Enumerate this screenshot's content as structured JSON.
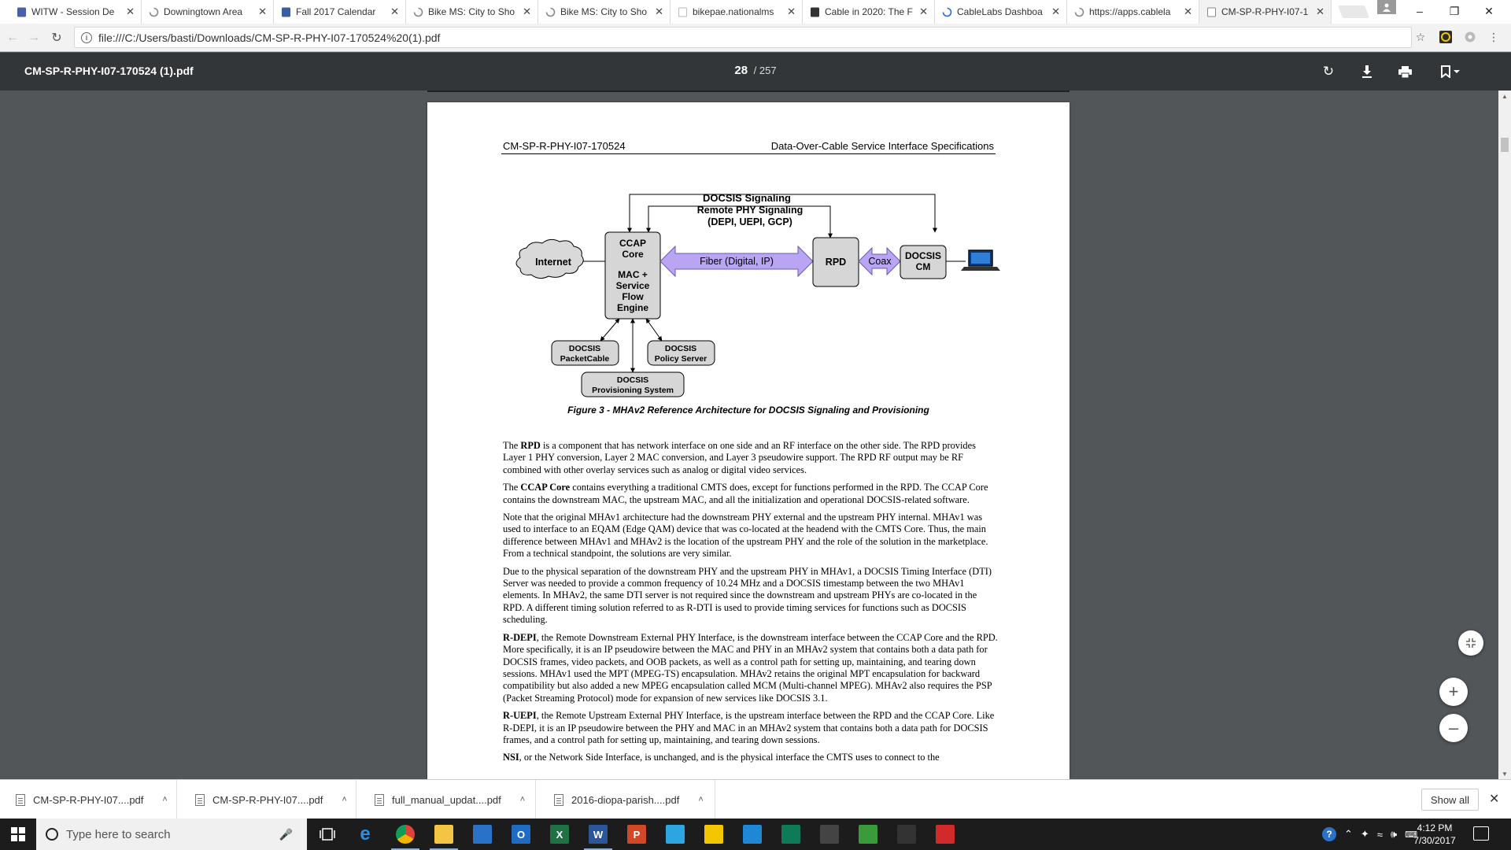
{
  "browser": {
    "tabs": [
      {
        "title": "WITW - Session De",
        "icon": "calendar-icon",
        "color": "#4a5fa8"
      },
      {
        "title": "Downingtown Area",
        "icon": "loading-icon",
        "color": "#888888"
      },
      {
        "title": "Fall 2017 Calendar",
        "icon": "shield-icon",
        "color": "#3a5fa0"
      },
      {
        "title": "Bike MS: City to Sho",
        "icon": "loading-icon",
        "color": "#888888"
      },
      {
        "title": "Bike MS: City to Sho",
        "icon": "loading-icon",
        "color": "#888888"
      },
      {
        "title": "bikepae.nationalms",
        "icon": "page-icon",
        "color": "#bbbbbb"
      },
      {
        "title": "Cable in 2020: The F",
        "icon": "ncta-icon",
        "color": "#333333"
      },
      {
        "title": "CableLabs Dashboa",
        "icon": "loading-icon",
        "color": "#2a6ad8"
      },
      {
        "title": "https://apps.cablela",
        "icon": "loading-icon",
        "color": "#888888"
      },
      {
        "title": "CM-SP-R-PHY-I07-1",
        "icon": "page-icon",
        "color": "#888888"
      }
    ],
    "url": "file:///C:/Users/basti/Downloads/CM-SP-R-PHY-I07-170524%20(1).pdf"
  },
  "pdf_viewer": {
    "filename": "CM-SP-R-PHY-I07-170524 (1).pdf",
    "current_page": "28",
    "page_sep": "/",
    "total_pages": "257"
  },
  "document": {
    "header_left": "CM-SP-R-PHY-I07-170524",
    "header_right": "Data-Over-Cable Service Interface Specifications",
    "figure": {
      "signal_top": "DOCSIS Signaling",
      "signal_mid": "Remote PHY Signaling",
      "signal_mid2": "(DEPI, UEPI, GCP)",
      "internet": "Internet",
      "ccap_line1": "CCAP",
      "ccap_line2": "Core",
      "mac_line1": "MAC +",
      "mac_line2": "Service",
      "mac_line3": "Flow",
      "mac_line4": "Engine",
      "fiber": "Fiber (Digital, IP)",
      "rpd": "RPD",
      "coax": "Coax",
      "cm_line1": "DOCSIS",
      "cm_line2": "CM",
      "pc_line1": "DOCSIS",
      "pc_line2": "PacketCable",
      "ps_line1": "DOCSIS",
      "ps_line2": "Policy Server",
      "prov_line1": "DOCSIS",
      "prov_line2": "Provisioning System",
      "caption": "Figure 3 - MHAv2 Reference Architecture for DOCSIS Signaling and Provisioning",
      "arrow_color": "#b9a5f2"
    },
    "paragraphs": [
      {
        "bold": "",
        "lead": "The ",
        "term": "RPD",
        "text": " is a component that has network interface on one side and an RF interface on the other side. The RPD provides Layer 1 PHY conversion, Layer 2 MAC conversion, and Layer 3 pseudowire support. The RPD RF output may be RF combined with other overlay services such as analog or digital video services."
      },
      {
        "bold": "",
        "lead": "The ",
        "term": "CCAP Core",
        "text": " contains everything a traditional CMTS does, except for functions performed in the RPD. The CCAP Core contains the downstream MAC, the upstream MAC, and all the initialization and operational DOCSIS-related software."
      },
      {
        "bold": "",
        "lead": "",
        "term": "",
        "text": "Note that the original MHAv1 architecture had the downstream PHY external and the upstream PHY internal. MHAv1 was used to interface to an EQAM (Edge QAM) device that was co-located at the headend with the CMTS Core. Thus, the main difference between MHAv1 and MHAv2 is the location of the upstream PHY and the role of the solution in the marketplace. From a technical standpoint, the solutions are very similar."
      },
      {
        "bold": "",
        "lead": "",
        "term": "",
        "text": "Due to the physical separation of the downstream PHY and the upstream PHY in MHAv1, a DOCSIS Timing Interface (DTI) Server was needed to provide a common frequency of 10.24 MHz and a DOCSIS timestamp between the two MHAv1 elements. In MHAv2, the same DTI server is not required since the downstream and upstream PHYs are co-located in the RPD. A different timing solution referred to as R-DTI is used to provide timing services for functions such as DOCSIS scheduling."
      },
      {
        "bold": "",
        "lead": "",
        "term": "R-DEPI",
        "text": ", the Remote Downstream External PHY Interface, is the downstream interface between the CCAP Core and the RPD. More specifically, it is an IP pseudowire between the MAC and PHY in an MHAv2 system that contains both a data path for DOCSIS frames, video packets, and OOB packets, as well as a control path for setting up, maintaining, and tearing down sessions. MHAv1 used the MPT (MPEG-TS) encapsulation. MHAv2 retains the original MPT encapsulation for backward compatibility but also added a new MPEG encapsulation called MCM (Multi-channel MPEG). MHAv2 also requires the PSP (Packet Streaming Protocol) mode for expansion of new services like DOCSIS 3.1."
      },
      {
        "bold": "",
        "lead": "",
        "term": "R-UEPI",
        "text": ", the Remote Upstream External PHY Interface, is the upstream interface between the RPD and the CCAP Core. Like R-DEPI, it is an IP pseudowire between the PHY and MAC in an MHAv2 system that contains both a data path for DOCSIS frames, and a control path for setting up, maintaining, and tearing down sessions."
      },
      {
        "bold": "",
        "lead": "",
        "term": "NSI",
        "text": ", or the Network Side Interface, is unchanged, and is the physical interface the CMTS uses to connect to the"
      }
    ]
  },
  "downloads": {
    "items": [
      "CM-SP-R-PHY-I07....pdf",
      "CM-SP-R-PHY-I07....pdf",
      "full_manual_updat....pdf",
      "2016-diopa-parish....pdf"
    ],
    "show_all": "Show all"
  },
  "taskbar": {
    "search_placeholder": "Type here to search",
    "time": "4:12 PM",
    "date": "7/30/2017",
    "apps": [
      {
        "name": "chrome",
        "label": "",
        "color": "#e8b423"
      },
      {
        "name": "file-explorer",
        "label": "",
        "color": "#f4c542"
      },
      {
        "name": "store",
        "label": "",
        "color": "#2a72c8"
      },
      {
        "name": "outlook",
        "label": "O",
        "color": "#1e6cc4"
      },
      {
        "name": "excel",
        "label": "X",
        "color": "#1f7244"
      },
      {
        "name": "word",
        "label": "W",
        "color": "#2b579a"
      },
      {
        "name": "powerpoint",
        "label": "P",
        "color": "#d24726"
      },
      {
        "name": "telegram",
        "label": "",
        "color": "#2ca5e0"
      },
      {
        "name": "norton",
        "label": "",
        "color": "#f3c600"
      },
      {
        "name": "remote",
        "label": "",
        "color": "#1e88d6"
      },
      {
        "name": "app-green",
        "label": "",
        "color": "#0f7a58"
      },
      {
        "name": "calculator",
        "label": "",
        "color": "#444444"
      },
      {
        "name": "app-chat",
        "label": "",
        "color": "#3a9b3a"
      },
      {
        "name": "network-app",
        "label": "",
        "color": "#333333"
      },
      {
        "name": "acrobat",
        "label": "",
        "color": "#d22a2a"
      }
    ]
  }
}
